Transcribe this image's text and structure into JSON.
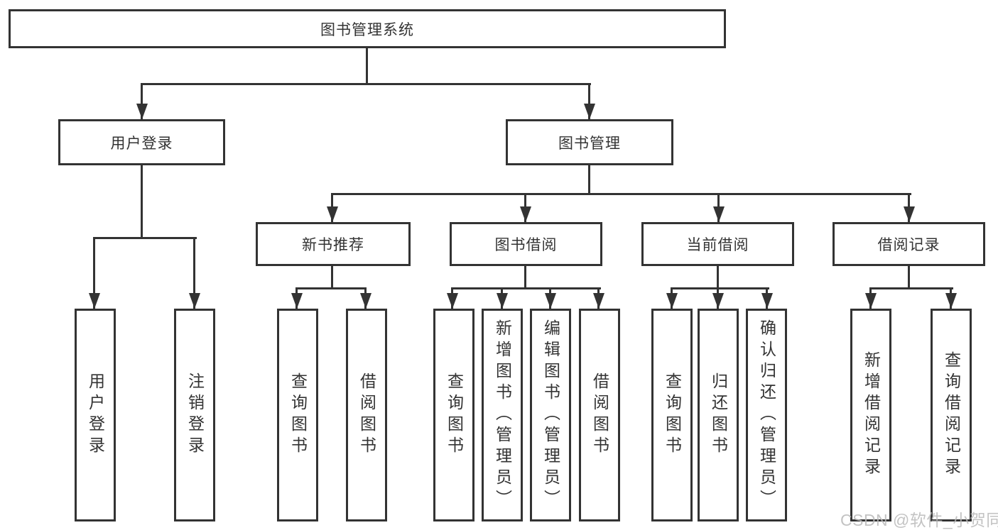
{
  "diagram": {
    "root": {
      "label": "图书管理系统"
    },
    "level2": {
      "user_login": {
        "label": "用户登录"
      },
      "book_management": {
        "label": "图书管理"
      }
    },
    "level3": {
      "new_book_recommendation": {
        "label": "新书推荐"
      },
      "book_borrowing": {
        "label": "图书借阅"
      },
      "current_borrowing": {
        "label": "当前借阅"
      },
      "borrowing_records": {
        "label": "借阅记录"
      }
    },
    "leaves": {
      "user_login": {
        "label": "用户登录"
      },
      "logout": {
        "label": "注销登录"
      },
      "rec_query_books": {
        "label": "查询图书"
      },
      "rec_borrow_books": {
        "label": "借阅图书"
      },
      "bb_query_books": {
        "label": "查询图书"
      },
      "bb_add_books_admin": {
        "label": "新增图书（管理员）"
      },
      "bb_edit_books_admin": {
        "label": "编辑图书（管理员）"
      },
      "bb_borrow_books": {
        "label": "借阅图书"
      },
      "cb_query_books": {
        "label": "查询图书"
      },
      "cb_return_books": {
        "label": "归还图书"
      },
      "cb_confirm_return_admin": {
        "label": "确认归还（管理员）"
      },
      "br_add_record": {
        "label": "新增借阅记录"
      },
      "br_query_record": {
        "label": "查询借阅记录"
      }
    }
  },
  "watermark": {
    "text": "CSDN @软件_小贺同学"
  },
  "colors": {
    "line": "#333333",
    "text": "#333333",
    "background": "#ffffff",
    "watermark": "#b9b9b9"
  }
}
